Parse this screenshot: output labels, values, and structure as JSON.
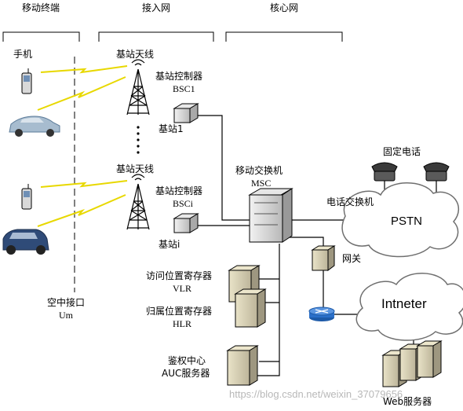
{
  "sections": {
    "mobile_terminal": "移动终端",
    "access_network": "接入网",
    "core_network": "核心网"
  },
  "labels": {
    "phone": "手机",
    "antenna_1": "基站天线",
    "antenna_2": "基站天线",
    "bsc_1_title": "基站控制器",
    "bsc_1_code": "BSC1",
    "bsc_2_title": "基站控制器",
    "bsc_2_code": "BSCi",
    "bts_1": "基站1",
    "bts_i": "基站i",
    "msc_title": "移动交换机",
    "msc_code": "MSC",
    "fixed_phone": "固定电话",
    "phone_switch": "电话交换机",
    "pstn": "PSTN",
    "gateway": "网关",
    "internet": "Intneter",
    "air_interface": "空中接口",
    "air_interface_code": "Um",
    "vlr_title": "访问位置寄存器",
    "vlr_code": "VLR",
    "hlr_title": "归属位置寄存器",
    "hlr_code": "HLR",
    "auc_title": "鉴权中心",
    "auc_code": "AUC服务器",
    "web_server": "Web服务器"
  },
  "watermark": "https://blog.csdn.net/weixin_37079656",
  "colors": {
    "line": "#000000",
    "cloud_stroke": "#6f6f6f",
    "lightning": "#e8d800",
    "router": "#2a6fc9",
    "car": "#6a8fb0"
  }
}
